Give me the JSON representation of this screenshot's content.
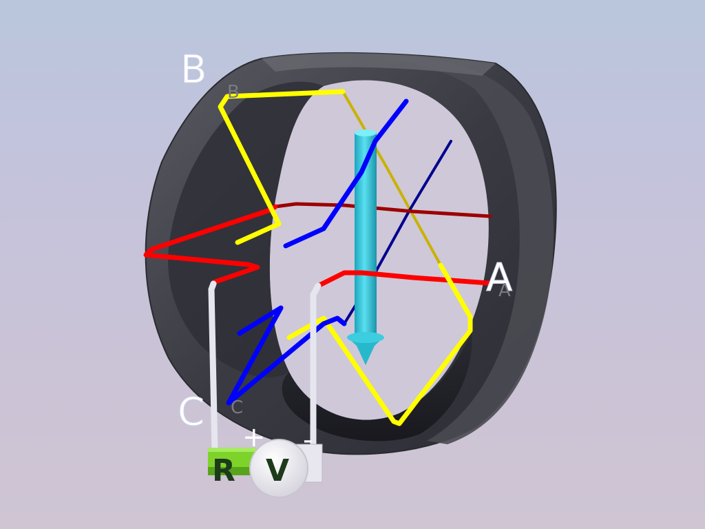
{
  "diagram": {
    "phase_labels": {
      "a": "A",
      "b": "B",
      "c": "C"
    },
    "meter": {
      "resistor_label": "R",
      "voltmeter_label": "V",
      "positive_sign": "+",
      "negative_sign": "-"
    },
    "colors": {
      "phase_a": "#ff0000",
      "phase_b": "#ffff00",
      "phase_c": "#0000ff",
      "field_arrow": "#33c9dd",
      "stator": "#3f3f48",
      "lead_wire": "#e4e4ee",
      "resistor": "#7ed32a"
    },
    "icons": {
      "field_arrow": "arrow-icon",
      "voltmeter": "voltmeter-icon",
      "resistor": "resistor-icon"
    }
  }
}
